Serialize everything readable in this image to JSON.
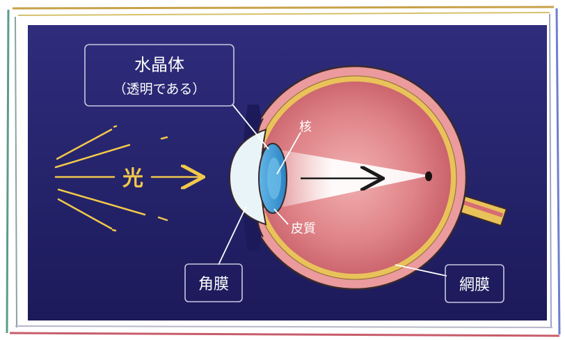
{
  "labels": {
    "lens_title": "水晶体",
    "lens_subtitle": "（透明である）",
    "nucleus": "核",
    "cortex": "皮質",
    "cornea": "角膜",
    "retina": "網膜",
    "light": "光"
  },
  "colors": {
    "panel_top": "#2f2d7c",
    "panel_bottom": "#1c1a5a",
    "light_rays": "#f2c84b",
    "eyeball_wall": "#eb9a9d",
    "vitreous_center": "#f0a8a8",
    "vitreous_edge": "#c9575f",
    "retina_layer": "#e9c25a",
    "lens": "#3a98d6",
    "cornea": "#e9f4f8",
    "label_border": "#c8c8e0"
  }
}
